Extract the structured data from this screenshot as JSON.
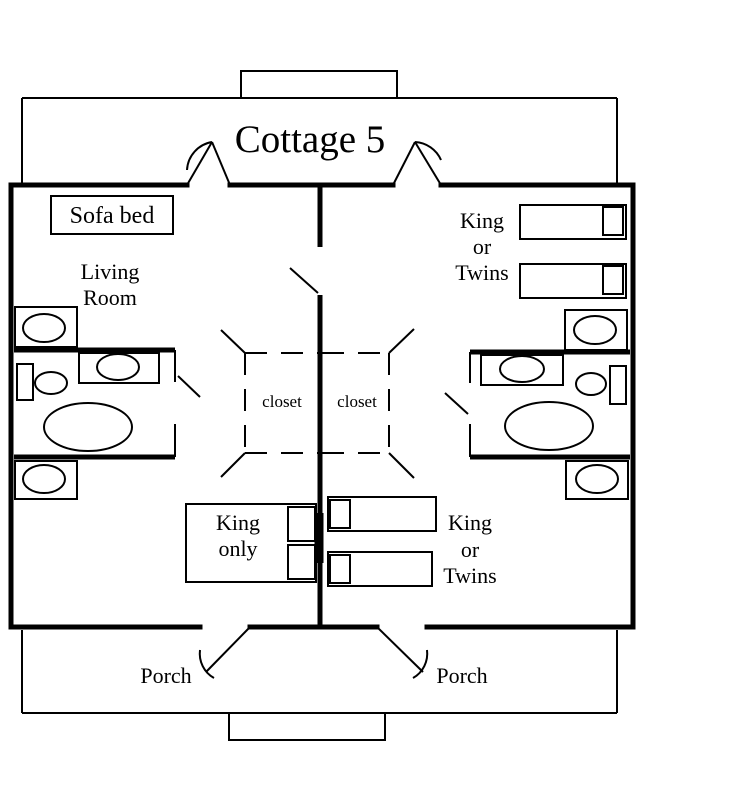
{
  "title": "Cottage 5",
  "rooms": {
    "living_room": {
      "line1": "Living",
      "line2": "Room"
    },
    "sofa_bed": "Sofa bed",
    "bedroom_north": {
      "line1": "King",
      "line2": "or",
      "line3": "Twins"
    },
    "bedroom_south_left": {
      "line1": "King",
      "line2": "only"
    },
    "bedroom_south_right": {
      "line1": "King",
      "line2": "or",
      "line3": "Twins"
    },
    "closet_left": "closet",
    "closet_right": "closet"
  },
  "porches": {
    "left": "Porch",
    "right": "Porch"
  }
}
